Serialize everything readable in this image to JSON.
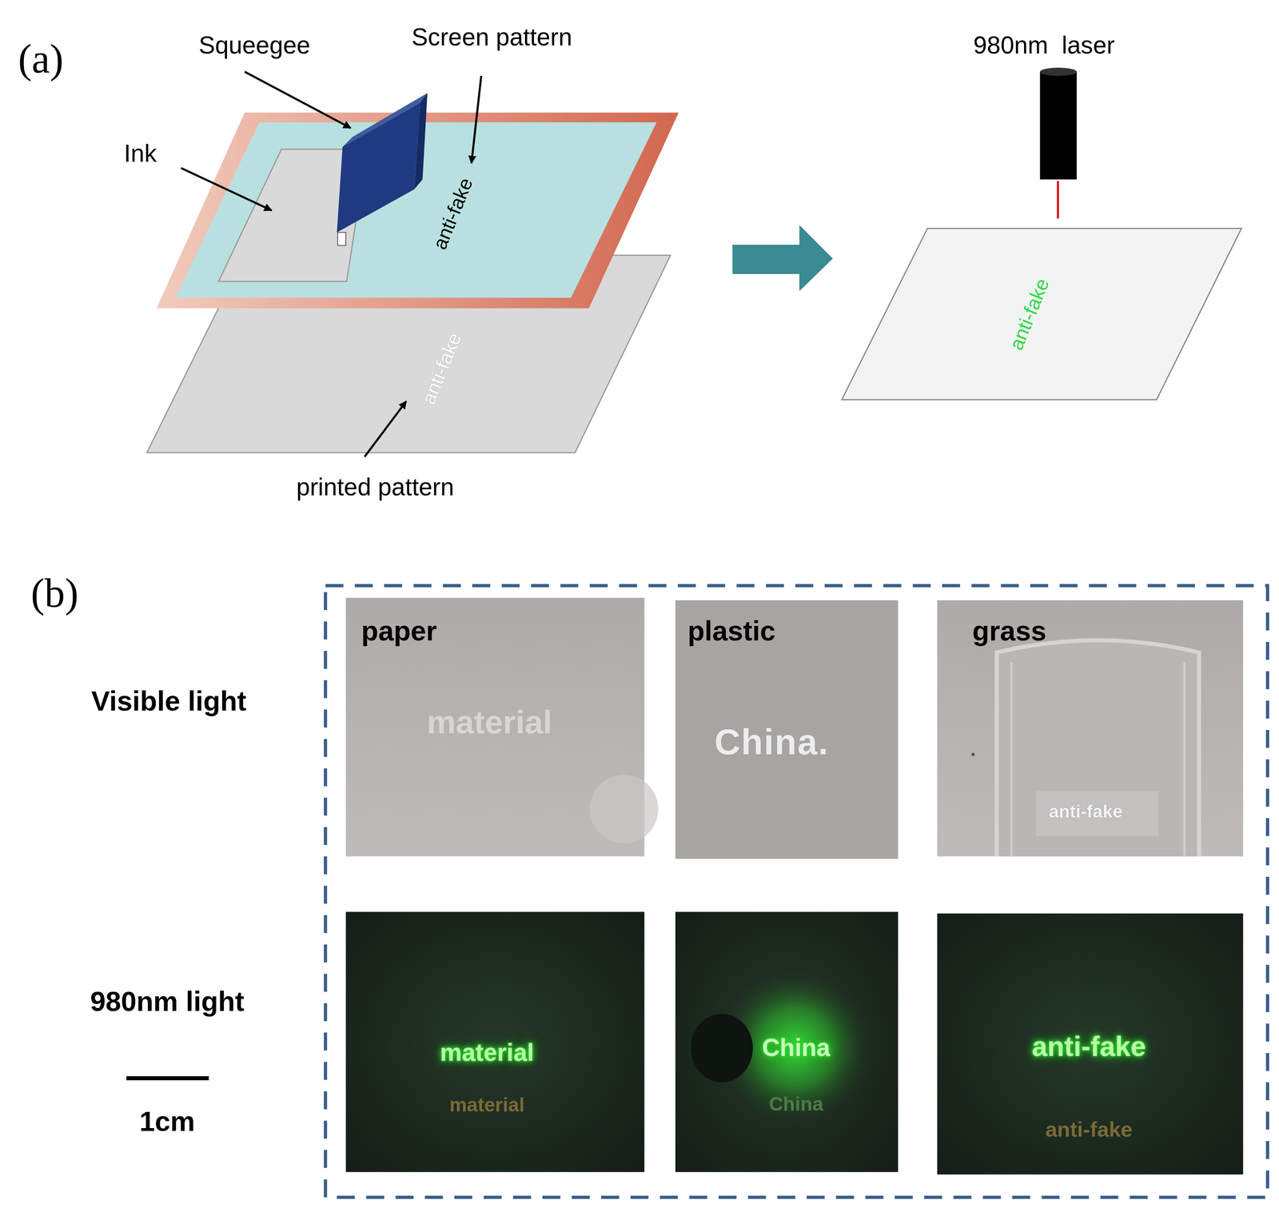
{
  "diagram": {
    "nodes": [
      {
        "text": [
          "paper",
          "material"
        ]
      },
      {
        "text": [
          "plastic",
          "China."
        ]
      },
      {
        "text": [
          "grass",
          "anti-fake"
        ]
      },
      {
        "text": [
          "material",
          "material"
        ]
      },
      {
        "text": [
          "China",
          "China"
        ]
      },
      {
        "text": [
          "anti-fake",
          "anti-fake"
        ]
      }
    ],
    "labels": [
      "(a)",
      "Squeegee",
      "Screen pattern",
      "Ink",
      "anti-fake",
      "anti-fake",
      "printed pattern",
      "980nm  laser",
      "anti-fake",
      "(b)",
      "Visible light",
      "980nm light",
      "1cm"
    ]
  }
}
